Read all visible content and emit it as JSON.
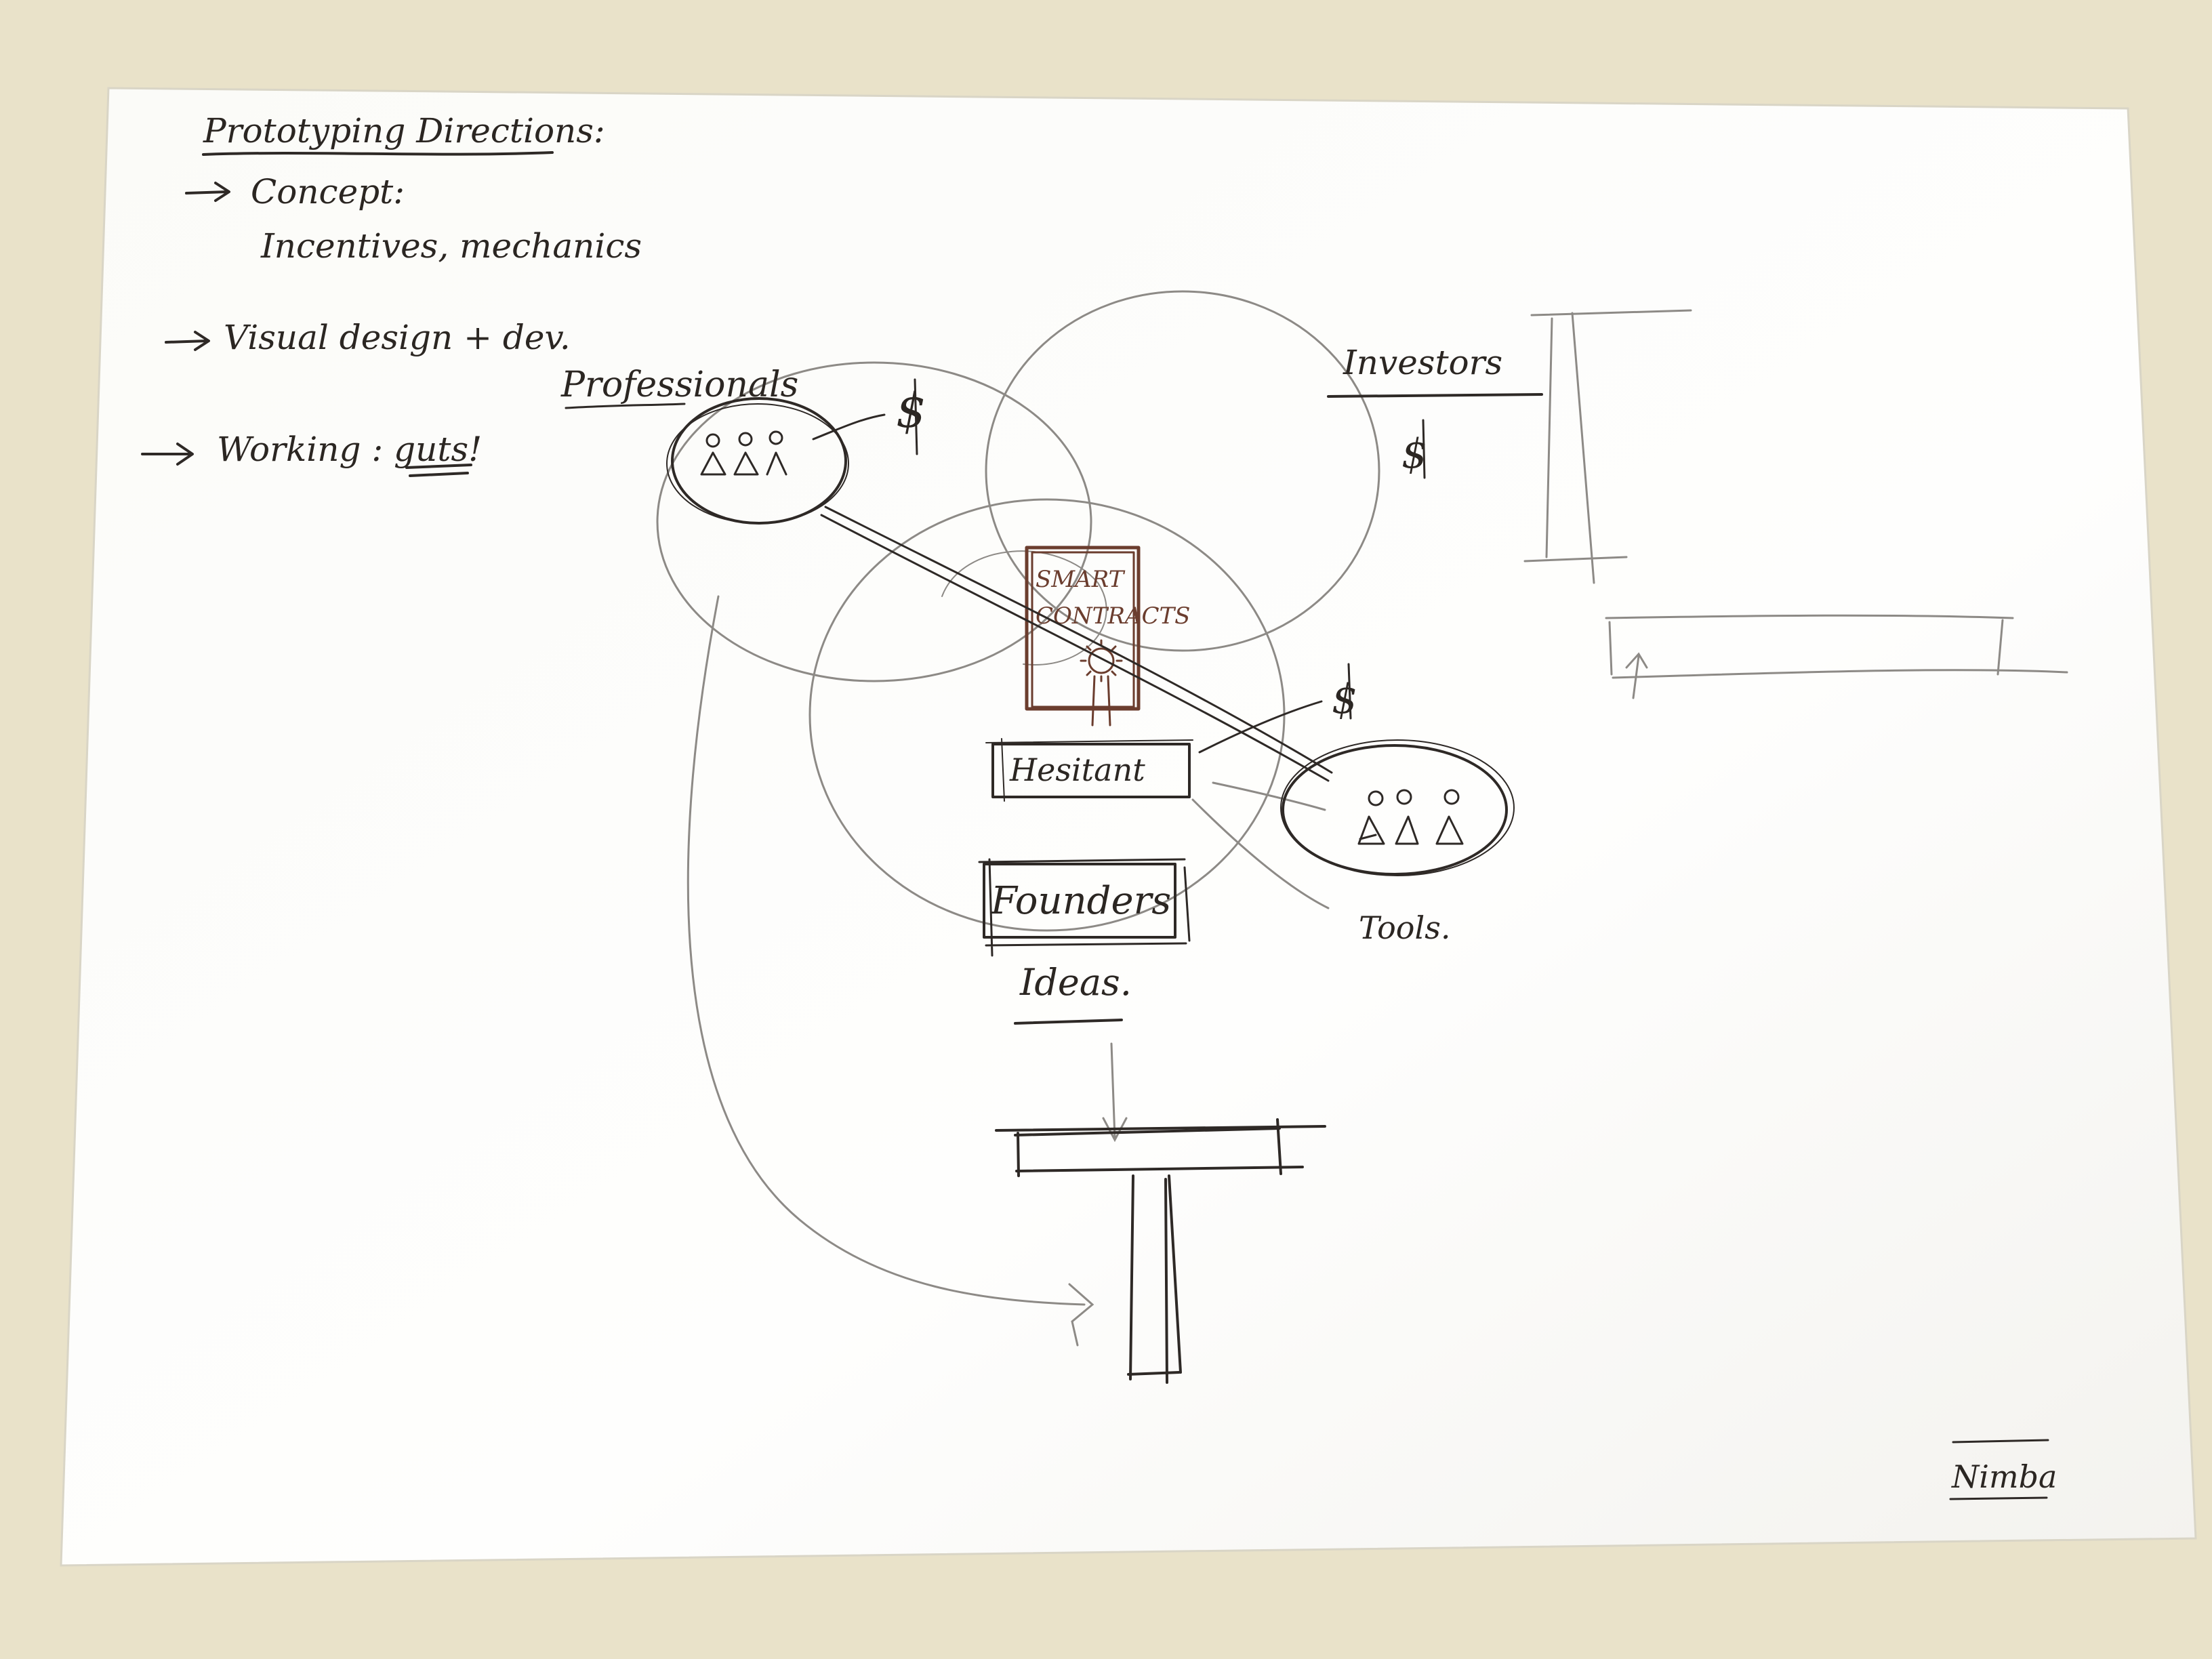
{
  "notes": {
    "heading": "Prototyping Directions:",
    "item1": "Concept:",
    "item1_detail": "Incentives, mechanics",
    "item2": "Visual design + dev.",
    "item3_prefix": "Working :",
    "item3_emphasis": "guts",
    "item3_suffix": "!"
  },
  "diagram": {
    "professionals": "Professionals",
    "investors": "Investors",
    "dollar_1": "$",
    "dollar_2": "$",
    "dollar_3": "$",
    "smart_contracts_line1": "SMART",
    "smart_contracts_line2": "CONTRACTS",
    "hesitant": "Hesitant",
    "founders": "Founders",
    "ideas": "Ideas.",
    "tools": "Tools."
  },
  "signature": "Nimba",
  "colors": {
    "paper": "#fdfdfb",
    "backdrop": "#e9e2c9",
    "ink": "#2e2926",
    "pencil": "#8d8a86",
    "smart_contracts_ink": "#6b3d2e"
  }
}
